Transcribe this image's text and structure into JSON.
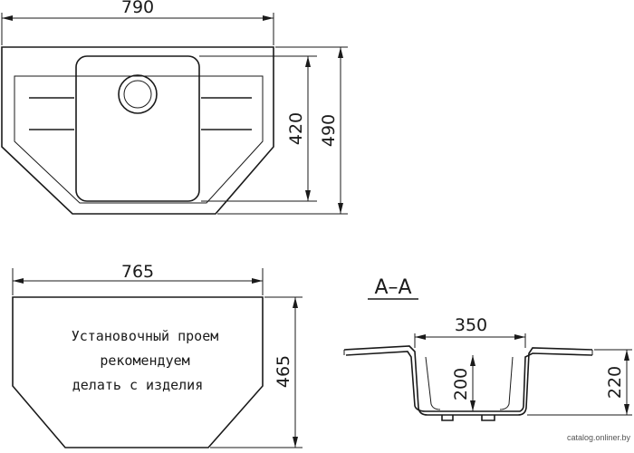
{
  "top_view": {
    "width_label": "790",
    "bowl_height_label": "420",
    "total_height_label": "490"
  },
  "cutout_view": {
    "width_label": "765",
    "height_label": "465",
    "note_lines": [
      "Установочный проем",
      "рекомендуем",
      "делать с изделия"
    ]
  },
  "section_view": {
    "title": "A–A",
    "bowl_width_label": "350",
    "bowl_depth_label": "200",
    "total_depth_label": "220"
  },
  "watermark": "catalog.onliner.by"
}
